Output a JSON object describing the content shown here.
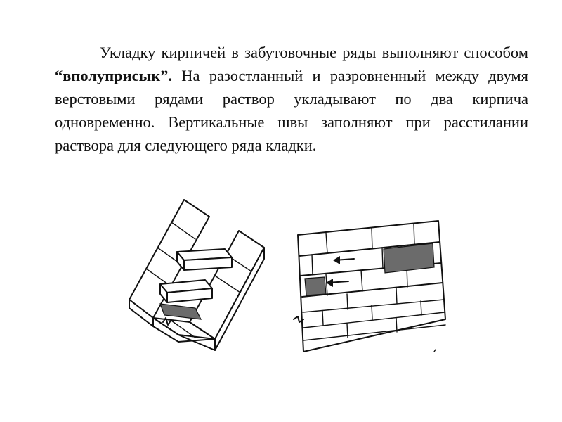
{
  "text": {
    "part1": "Укладку кирпичей в забутовочные ряды выполняют способом ",
    "part2_bold": "“вполуприсык”.",
    "part3": " На разостланный и разровненный между двумя верстовыми рядами раствор укладывают по два кирпича одновременно. Вертикальные швы заполняют при расстилании раствора для следующего ряда кладки."
  },
  "figures": [
    {
      "name": "half-press-laying-isometric-drawing"
    },
    {
      "name": "backfill-row-plan-drawing"
    }
  ]
}
